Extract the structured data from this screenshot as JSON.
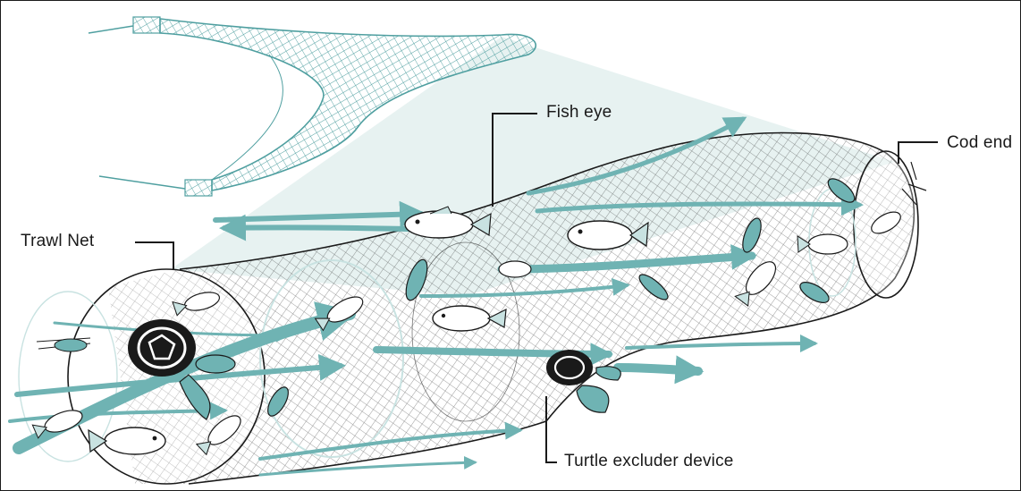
{
  "labels": {
    "fish_eye": "Fish eye",
    "cod_end": "Cod end",
    "trawl_net": "Trawl Net",
    "turtle_excluder_device": "Turtle excluder device"
  },
  "colors": {
    "net_teal": "#4f9fa0",
    "light_teal": "#c8e2e1",
    "arrow_teal": "#6fb3b3",
    "ink": "#1a1a1a"
  },
  "icons": {
    "turtle": "turtle-icon",
    "fish": "fish-icon",
    "shrimp": "shrimp-icon"
  }
}
